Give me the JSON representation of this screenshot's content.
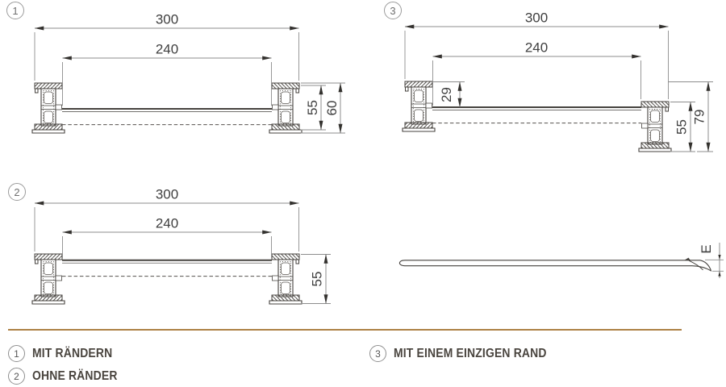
{
  "colors": {
    "accent_divider": "#ad8145",
    "drawing_line": "#45423e",
    "dimension_line": "#8d8d8d",
    "dimension_text": "#3f3f3f"
  },
  "diagram1": {
    "number": "1",
    "dim_width_outer": "300",
    "dim_width_inner": "240",
    "dim_height_inner": "55",
    "dim_height_outer": "60"
  },
  "diagram2": {
    "number": "2",
    "dim_width_outer": "300",
    "dim_width_inner": "240",
    "dim_height": "55"
  },
  "diagram3": {
    "number": "3",
    "dim_width_outer": "300",
    "dim_width_inner": "240",
    "dim_edge_offset": "29",
    "dim_rail_height": "55",
    "dim_total_height": "79"
  },
  "profile": {
    "dim_thickness": "E"
  },
  "legend": {
    "items": [
      {
        "number": "1",
        "label": "MIT RÄNDERN"
      },
      {
        "number": "2",
        "label": "OHNE RÄNDER"
      },
      {
        "number": "3",
        "label": "MIT EINEM EINZIGEN RAND"
      }
    ]
  }
}
